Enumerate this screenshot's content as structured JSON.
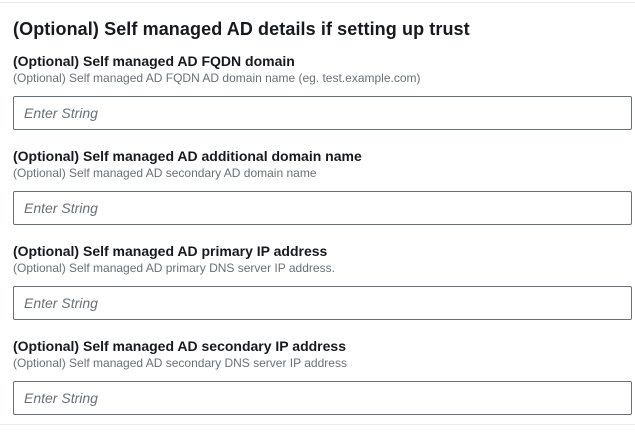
{
  "section": {
    "title": "(Optional) Self managed AD details if setting up trust"
  },
  "fields": [
    {
      "label": "(Optional) Self managed AD FQDN domain",
      "description": "(Optional) Self managed AD FQDN AD domain name (eg. test.example.com)",
      "placeholder": "Enter String",
      "value": ""
    },
    {
      "label": "(Optional) Self managed AD additional domain name",
      "description": "(Optional) Self managed AD secondary AD domain name",
      "placeholder": "Enter String",
      "value": ""
    },
    {
      "label": "(Optional) Self managed AD primary IP address",
      "description": "(Optional) Self managed AD primary DNS server IP address.",
      "placeholder": "Enter String",
      "value": ""
    },
    {
      "label": "(Optional) Self managed AD secondary IP address",
      "description": "(Optional) Self managed AD secondary DNS server IP address",
      "placeholder": "Enter String",
      "value": ""
    }
  ],
  "colors": {
    "input_border": "#687078",
    "divider": "#eaeded",
    "label_text": "#16191f",
    "description_text": "#687078"
  }
}
